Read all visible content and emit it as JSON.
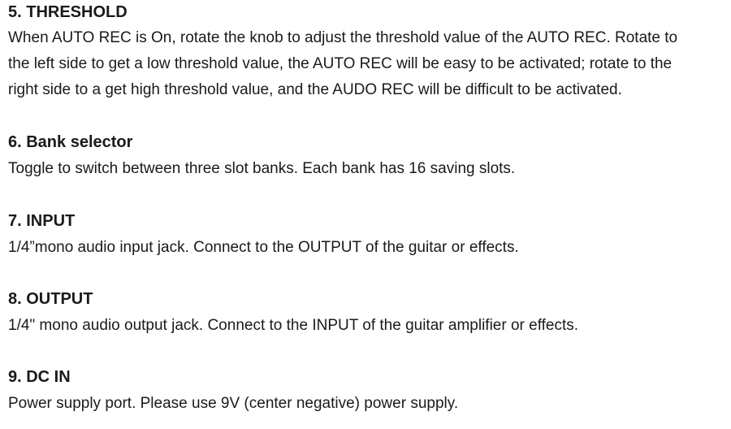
{
  "sections": [
    {
      "heading": "5. THRESHOLD",
      "body_lines": [
        "When AUTO REC is On, rotate the knob to adjust the threshold value of the AUTO REC. Rotate to",
        "the left side to get a low threshold value, the AUTO REC will be easy to be activated; rotate to the",
        "right side to a get high threshold value, and the AUDO REC will be difficult to be activated."
      ]
    },
    {
      "heading": "6. Bank selector",
      "body_lines": [
        "Toggle to switch between three slot banks. Each bank has 16 saving slots."
      ]
    },
    {
      "heading": "7. INPUT",
      "body_lines": [
        "1/4”mono audio input jack. Connect to the OUTPUT of the guitar or effects."
      ]
    },
    {
      "heading": "8. OUTPUT",
      "body_lines": [
        "1/4\" mono audio output jack. Connect to the INPUT of the guitar amplifier or effects."
      ]
    },
    {
      "heading": "9. DC IN",
      "body_lines": [
        "Power supply port. Please use 9V (center negative) power supply."
      ]
    }
  ]
}
